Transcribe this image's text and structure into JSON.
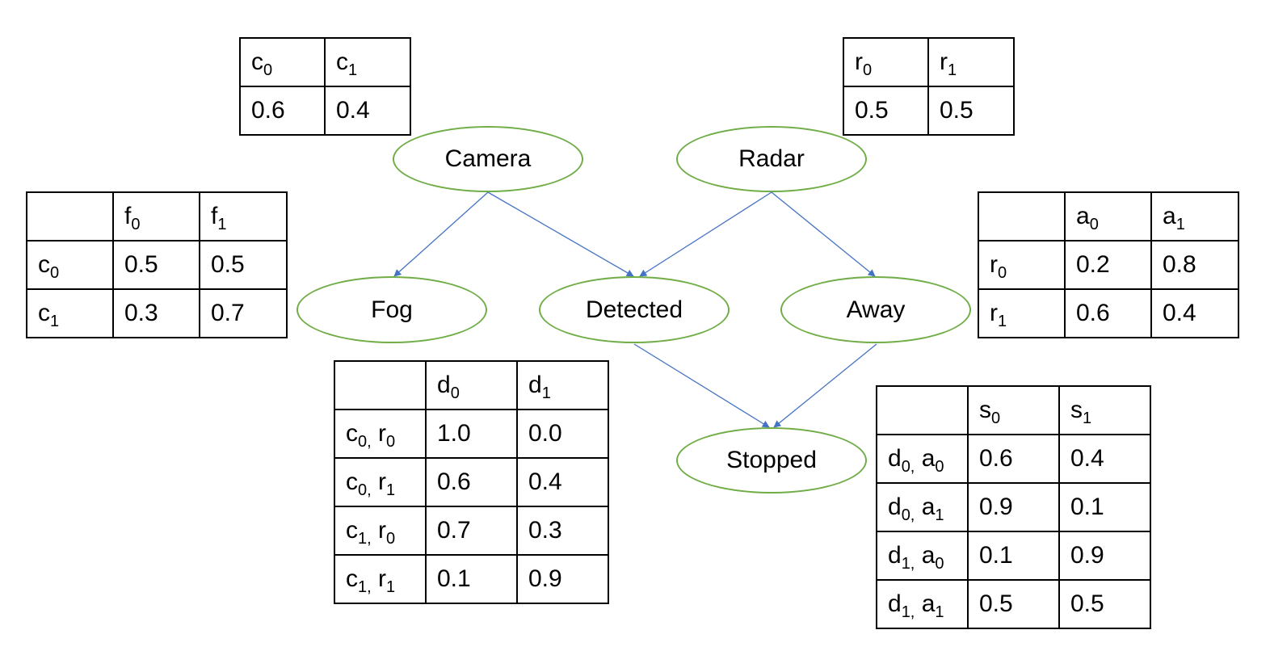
{
  "nodes": {
    "camera": "Camera",
    "radar": "Radar",
    "fog": "Fog",
    "detected": "Detected",
    "away": "Away",
    "stopped": "Stopped"
  },
  "edges": [
    [
      "Camera",
      "Fog"
    ],
    [
      "Camera",
      "Detected"
    ],
    [
      "Radar",
      "Detected"
    ],
    [
      "Radar",
      "Away"
    ],
    [
      "Detected",
      "Stopped"
    ],
    [
      "Away",
      "Stopped"
    ]
  ],
  "colors": {
    "node_border": "#70ad47",
    "edge": "#4472c4",
    "table_border": "#000000"
  },
  "tables": {
    "camera": {
      "header": [
        {
          "base": "c",
          "sub": "0"
        },
        {
          "base": "c",
          "sub": "1"
        }
      ],
      "values": [
        "0.6",
        "0.4"
      ]
    },
    "radar": {
      "header": [
        {
          "base": "r",
          "sub": "0"
        },
        {
          "base": "r",
          "sub": "1"
        }
      ],
      "values": [
        "0.5",
        "0.5"
      ]
    },
    "fog": {
      "cols": [
        {
          "base": "f",
          "sub": "0"
        },
        {
          "base": "f",
          "sub": "1"
        }
      ],
      "rows": [
        {
          "label": [
            {
              "base": "c",
              "sub": "0"
            }
          ],
          "values": [
            "0.5",
            "0.5"
          ]
        },
        {
          "label": [
            {
              "base": "c",
              "sub": "1"
            }
          ],
          "values": [
            "0.3",
            "0.7"
          ]
        }
      ]
    },
    "away": {
      "cols": [
        {
          "base": "a",
          "sub": "0"
        },
        {
          "base": "a",
          "sub": "1"
        }
      ],
      "rows": [
        {
          "label": [
            {
              "base": "r",
              "sub": "0"
            }
          ],
          "values": [
            "0.2",
            "0.8"
          ]
        },
        {
          "label": [
            {
              "base": "r",
              "sub": "1"
            }
          ],
          "values": [
            "0.6",
            "0.4"
          ]
        }
      ]
    },
    "detected": {
      "cols": [
        {
          "base": "d",
          "sub": "0"
        },
        {
          "base": "d",
          "sub": "1"
        }
      ],
      "rows": [
        {
          "label": [
            {
              "base": "c",
              "sub": "0,"
            },
            {
              "base": "r",
              "sub": "0"
            }
          ],
          "values": [
            "1.0",
            "0.0"
          ]
        },
        {
          "label": [
            {
              "base": "c",
              "sub": "0,"
            },
            {
              "base": "r",
              "sub": "1"
            }
          ],
          "values": [
            "0.6",
            "0.4"
          ]
        },
        {
          "label": [
            {
              "base": "c",
              "sub": "1,"
            },
            {
              "base": "r",
              "sub": "0"
            }
          ],
          "values": [
            "0.7",
            "0.3"
          ]
        },
        {
          "label": [
            {
              "base": "c",
              "sub": "1,"
            },
            {
              "base": "r",
              "sub": "1"
            }
          ],
          "values": [
            "0.1",
            "0.9"
          ]
        }
      ]
    },
    "stopped": {
      "cols": [
        {
          "base": "s",
          "sub": "0"
        },
        {
          "base": "s",
          "sub": "1"
        }
      ],
      "rows": [
        {
          "label": [
            {
              "base": "d",
              "sub": "0,"
            },
            {
              "base": "a",
              "sub": "0"
            }
          ],
          "values": [
            "0.6",
            "0.4"
          ]
        },
        {
          "label": [
            {
              "base": "d",
              "sub": "0,"
            },
            {
              "base": "a",
              "sub": "1"
            }
          ],
          "values": [
            "0.9",
            "0.1"
          ]
        },
        {
          "label": [
            {
              "base": "d",
              "sub": "1,"
            },
            {
              "base": "a",
              "sub": "0"
            }
          ],
          "values": [
            "0.1",
            "0.9"
          ]
        },
        {
          "label": [
            {
              "base": "d",
              "sub": "1,"
            },
            {
              "base": "a",
              "sub": "1"
            }
          ],
          "values": [
            "0.5",
            "0.5"
          ]
        }
      ]
    }
  }
}
